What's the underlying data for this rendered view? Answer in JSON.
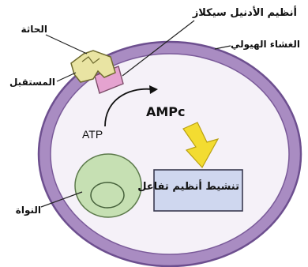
{
  "labels": {
    "enzyme": "أنظيم الأدنيل سيكلاز",
    "hormone": "الحاثة",
    "membrane": "الغشاء الهيولي",
    "receptor": "المستقبل",
    "atp": "ATP",
    "camp": "AMPc",
    "activation": "تنشيط أنظيم تفاعل",
    "nucleus": "النواة"
  },
  "colors": {
    "cell_fill": "#a98cc2",
    "cell_border": "#7a5a99",
    "cytoplasm_fill": "#f3eef8",
    "nucleus_fill": "#c6e0b3",
    "receptor_fill": "#e9e4a3",
    "enzyme_fill": "#e5a3d0",
    "arrow_yellow": "#f3dc31",
    "box_fill": "#cfd7ef",
    "box_border": "#3a3a50"
  }
}
